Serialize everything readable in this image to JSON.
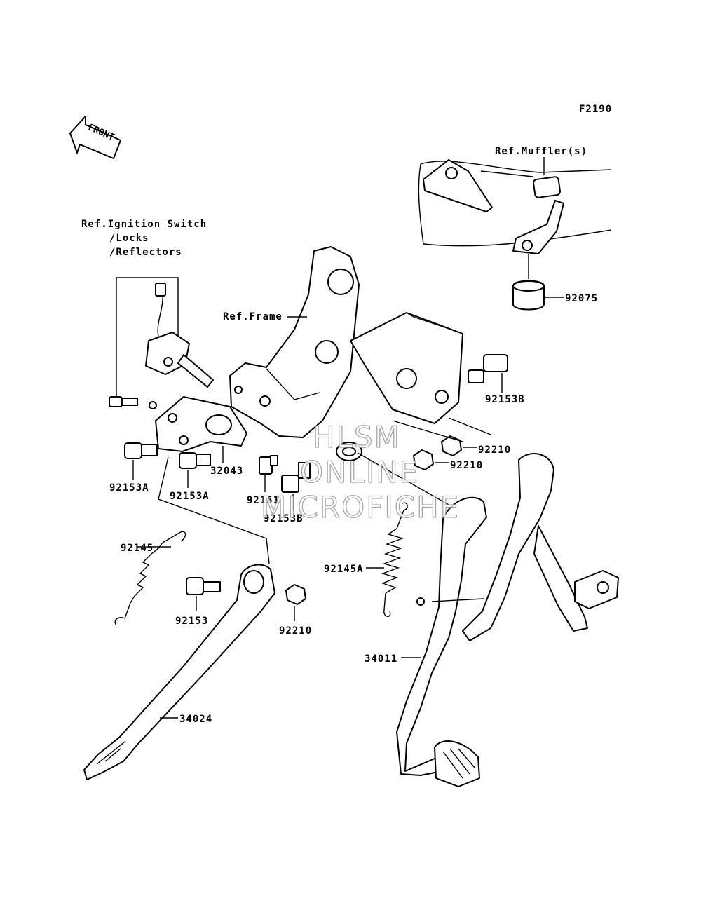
{
  "diagram_code": "F2190",
  "front_label": "FRONT",
  "refs": {
    "muffler": "Ref.Muffler(s)",
    "ignition_line1": "Ref.Ignition Switch",
    "ignition_line2": "/Locks",
    "ignition_line3": "/Reflectors",
    "frame": "Ref.Frame"
  },
  "parts": {
    "p92075": "92075",
    "p92153B_top": "92153B",
    "p92210_a": "92210",
    "p92210_b": "92210",
    "p32043": "32043",
    "p92153A_a": "92153A",
    "p92153A_b": "92153A",
    "p92151": "92151",
    "p92153B_bottom": "92153B",
    "p92145": "92145",
    "p92153": "92153",
    "p92210_c": "92210",
    "p92145A": "92145A",
    "p34011": "34011",
    "p34024": "34024"
  },
  "watermark": {
    "line1": "HLSM",
    "line2": "ONLINE",
    "line3": "MICROFICHE"
  }
}
